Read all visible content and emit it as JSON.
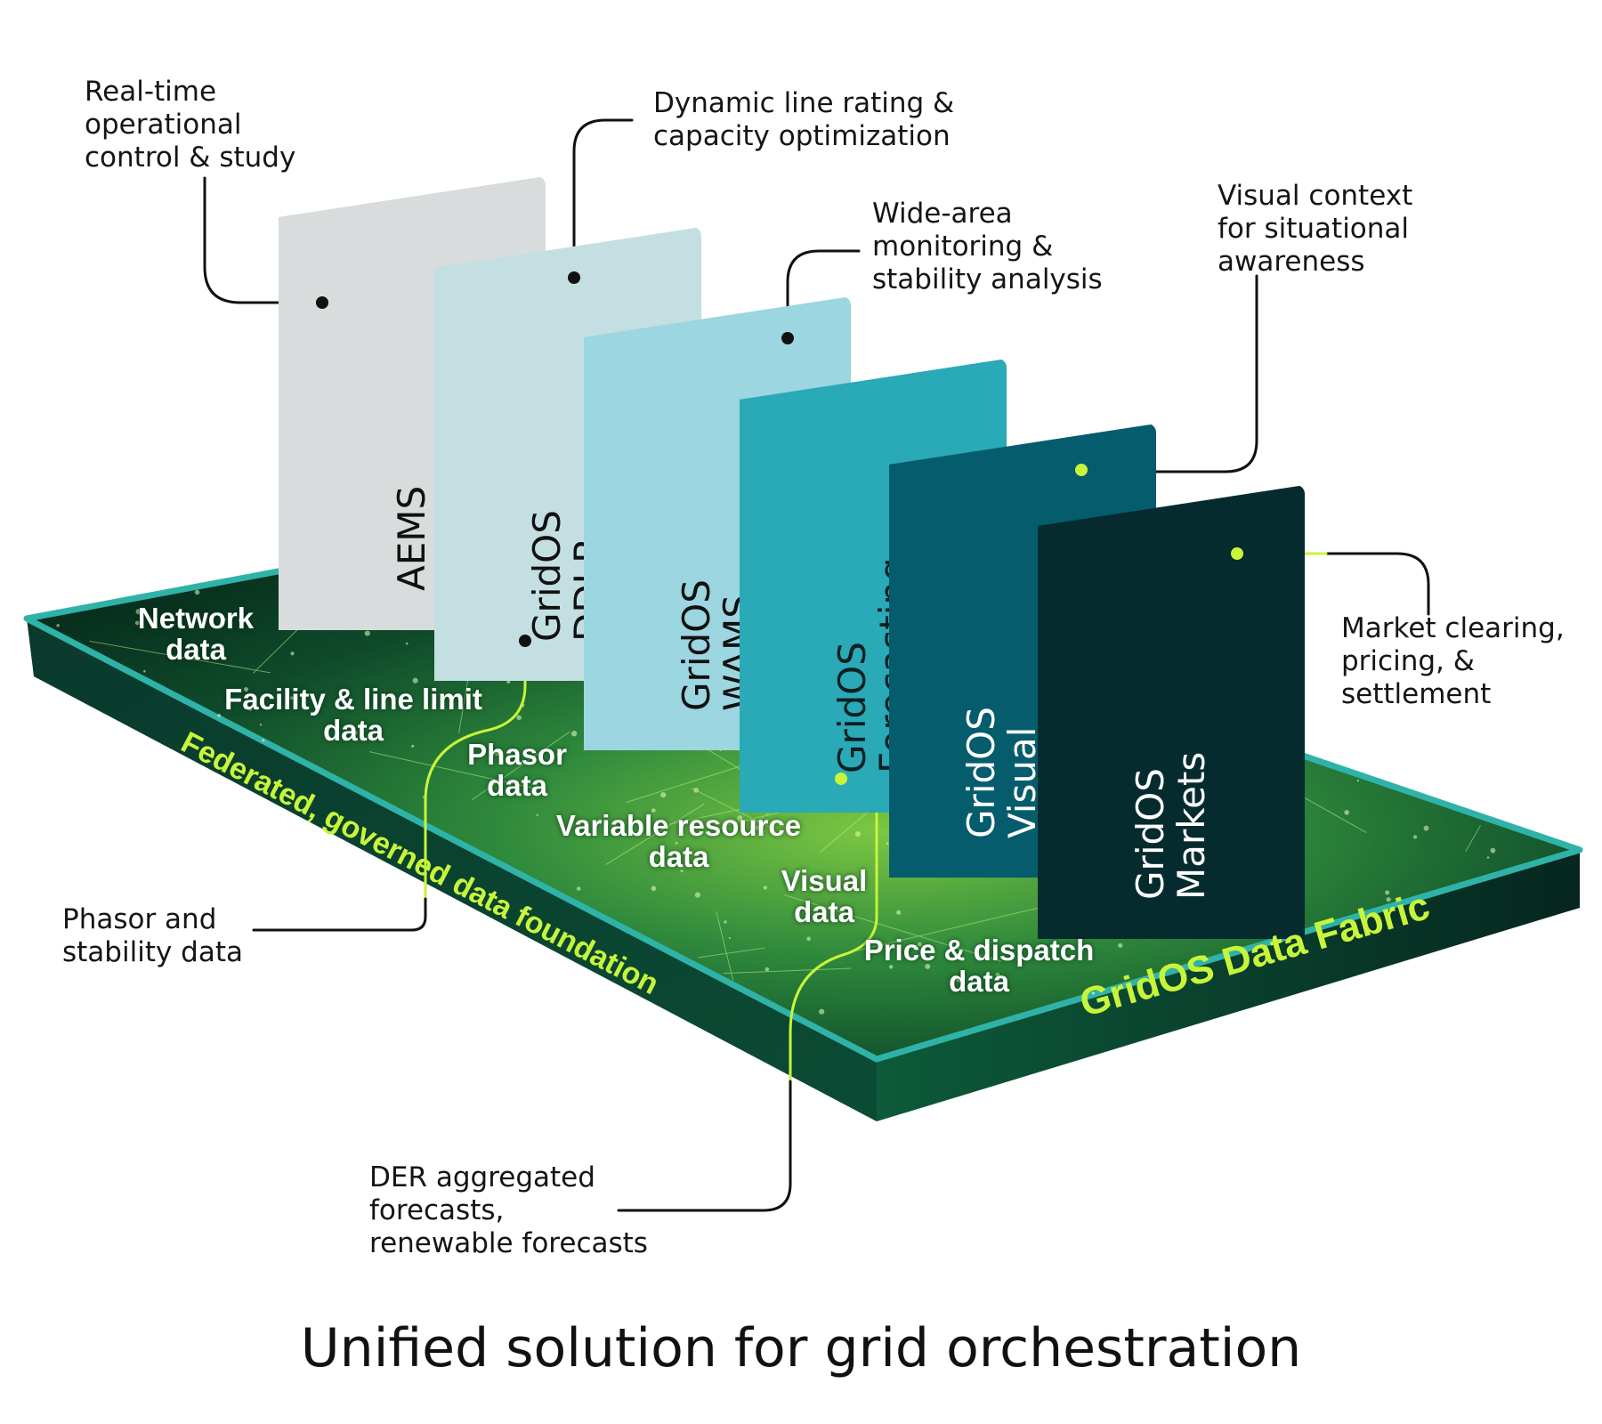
{
  "title": "Unified solution for grid orchestration",
  "platform": {
    "name": "GridOS Data Fabric",
    "foundation": "Federated, governed data foundation"
  },
  "panels": [
    {
      "label": "AEMS",
      "color": "#d8dcdd",
      "text_color": "#111111"
    },
    {
      "label": "GridOS DDLR",
      "color": "#c3dfe2",
      "text_color": "#111111"
    },
    {
      "label": "GridOS WAMS",
      "color": "#9cd6e0",
      "text_color": "#111111"
    },
    {
      "label": "GridOS Forecasting",
      "color": "#2aa9b6",
      "text_color": "#0c1f22"
    },
    {
      "label": "GridOS Visual\nIntelligence",
      "color": "#055c6c",
      "text_color": "#ffffff"
    },
    {
      "label": "GridOS Markets",
      "color": "#052b2e",
      "text_color": "#ffffff"
    }
  ],
  "callouts": {
    "aems": "Real-time\noperational\ncontrol & study",
    "ddlr": "Dynamic line rating &\ncapacity optimization",
    "wams": "Wide-area\nmonitoring &\nstability analysis",
    "visual": "Visual context\nfor situational\nawareness",
    "markets": "Market clearing,\npricing, &\nsettlement",
    "phasor": "Phasor and\nstability data",
    "der": "DER aggregated\nforecasts,\nrenewable forecasts"
  },
  "data_flows": {
    "network": "Network\ndata",
    "facility": "Facility & line limit\ndata",
    "phasor": "Phasor\ndata",
    "variable": "Variable resource\ndata",
    "visual": "Visual\ndata",
    "price": "Price & dispatch\ndata"
  },
  "colors": {
    "accent": "#c8f53a",
    "platform_edge": "#2fb3a8",
    "platform_side": "#073c2e"
  }
}
